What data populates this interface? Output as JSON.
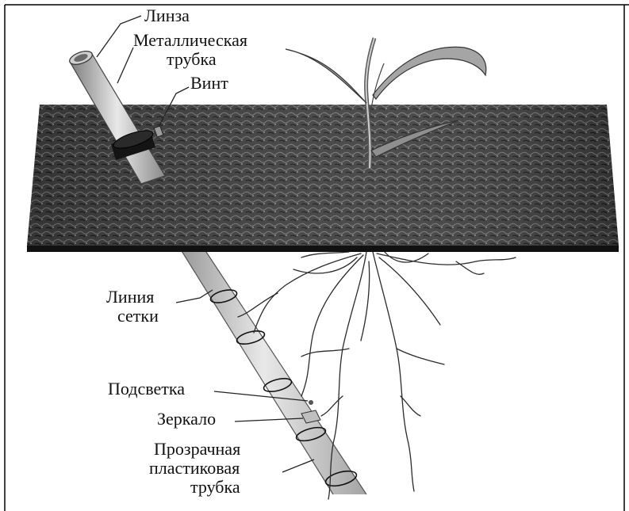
{
  "labels": {
    "lens": "Линза",
    "metal_tube_1": "Металлическая",
    "metal_tube_2": "трубка",
    "screw": "Винт",
    "grid_line_1": "Линия",
    "grid_line_2": "сетки",
    "illumination": "Подсветка",
    "mirror": "Зеркало",
    "plastic_tube_1": "Прозрачная",
    "plastic_tube_2": "пластиковая",
    "plastic_tube_3": "трубка"
  },
  "colors": {
    "soil_dark": "#1a1a1a",
    "soil_mid": "#4a4a4a",
    "tube_light": "#d8d8d8",
    "tube_dark": "#8c8c8c",
    "clamp": "#111111",
    "root": "#2b2b2b",
    "frame": "#000000"
  }
}
